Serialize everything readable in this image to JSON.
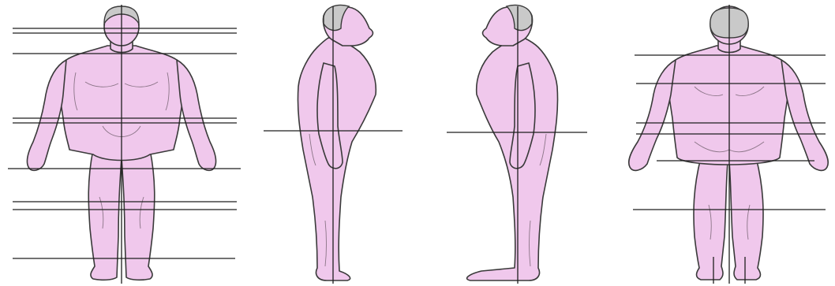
{
  "figure": {
    "views": [
      "anterior",
      "right-lateral",
      "left-lateral",
      "posterior"
    ]
  },
  "colors": {
    "skin": "#f0c8ec",
    "hair": "#c9c9c9",
    "outline": "#3a3a3a",
    "guide": "#1e1e1e",
    "background": "#ffffff"
  }
}
